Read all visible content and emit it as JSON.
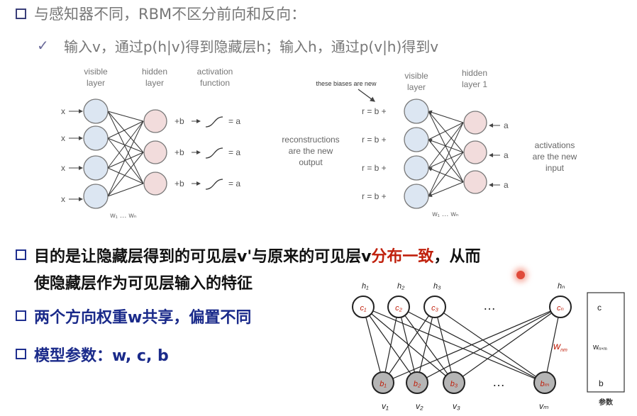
{
  "bullets": {
    "b1": "与感知器不同，RBM不区分前向和反向：",
    "b1_sub": "输入v，通过p(h|v)得到隐藏层h；输入h，通过p(v|h)得到v",
    "b2_a": "目的是让隐藏层得到的可见层v'与原来的可见层v",
    "b2_red": "分布一致",
    "b2_b": "，从而",
    "b2_line2": "使隐藏层作为可见层输入的特征",
    "b3": "两个方向权重w共享，偏置不同",
    "b4": "模型参数：w, c, b"
  },
  "fwd": {
    "visible": "visible",
    "visible2": "layer",
    "hidden": "hidden",
    "hidden2": "layer",
    "act": "activation",
    "act2": "function",
    "x": "x",
    "b": "+b",
    "a": "= a",
    "w": "w₁ … wₙ"
  },
  "bwd": {
    "biases": "these biases are new",
    "r": "r = b +",
    "recon1": "reconstructions",
    "recon2": "are the new",
    "recon3": "output",
    "visible": "visible",
    "visible2": "layer",
    "hidden": "hidden",
    "hidden2": "layer 1",
    "a": "a",
    "actv1": "activations",
    "actv2": "are the new",
    "actv3": "input",
    "w": "w₁ … wₙ"
  },
  "rbm": {
    "h": [
      "h₁",
      "h₂",
      "h₃",
      "hₙ"
    ],
    "c": [
      "c₁",
      "c₂",
      "c₃",
      "cₙ"
    ],
    "b": [
      "b₁",
      "b₂",
      "b₃",
      "bₘ"
    ],
    "v": [
      "v₁",
      "v₂",
      "v₃",
      "vₘ"
    ],
    "dots": "…",
    "w": "w",
    "w_sub": "nm",
    "param_c": "c",
    "param_w": "w",
    "param_w_sub": "n×m",
    "param_b": "b",
    "param_label": "参数"
  }
}
